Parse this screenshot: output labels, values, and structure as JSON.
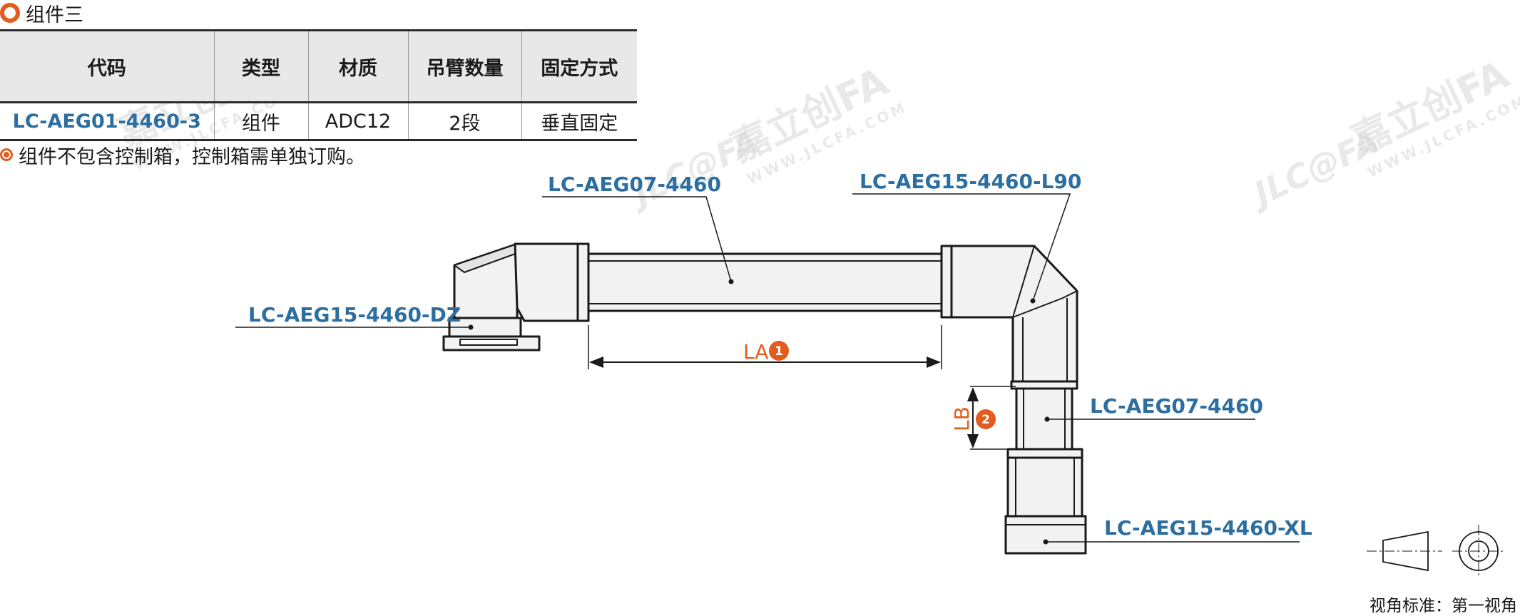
{
  "section": {
    "title": "组件三"
  },
  "table": {
    "headers": [
      "代码",
      "类型",
      "材质",
      "吊臂数量",
      "固定方式"
    ],
    "row": [
      "LC-AEG01-4460-3",
      "组件",
      "ADC12",
      "2段",
      "垂直固定"
    ]
  },
  "note": "组件不包含控制箱，控制箱需单独订购。",
  "watermark": {
    "brand_cn": "嘉立创FA",
    "brand_logo": "JLC@FA",
    "url": "WWW.JLCFA.COM"
  },
  "diagram": {
    "labels": {
      "arm_top": "LC-AEG07-4460",
      "elbow": "LC-AEG15-4460-L90",
      "base_left": "LC-AEG15-4460-DZ",
      "arm_vertical": "LC-AEG07-4460",
      "bottom_part": "LC-AEG15-4460-XL"
    },
    "dimensions": {
      "la": {
        "text": "LA",
        "badge": "1"
      },
      "lb": {
        "text": "LB",
        "badge": "2"
      }
    },
    "colors": {
      "label": "#2c6ea0",
      "dimension": "#e35b1e",
      "line": "#1a1a1a",
      "fill": "#f2f2f2"
    }
  },
  "view_standard": "视角标准：第一视角"
}
